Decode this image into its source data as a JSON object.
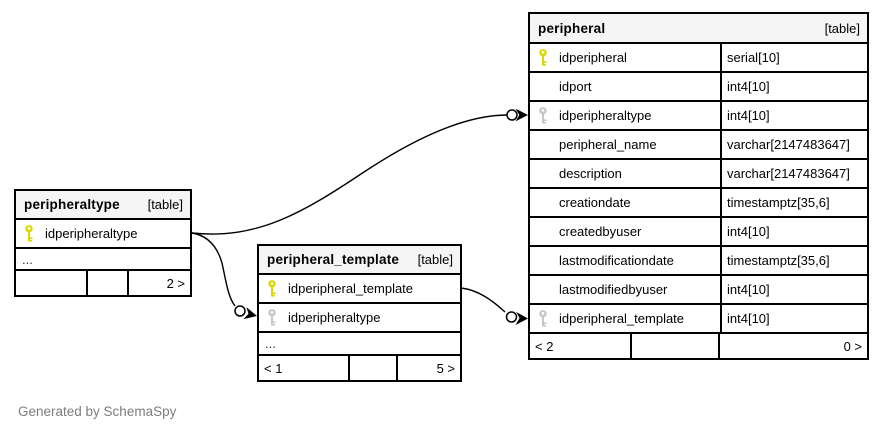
{
  "note": "Generated by SchemaSpy",
  "colors": {
    "background": "#ffffff",
    "table_border": "#000000",
    "header_bg": "#f5f5f5",
    "primary_key": "#d9d900",
    "foreign_key": "#c6c6c6",
    "note_text": "#7d7d7d"
  },
  "tables": [
    {
      "title": "peripheral",
      "tag": "[table]",
      "rows": [
        {
          "key": "primary",
          "name": "idperipheral",
          "type": "serial[10]"
        },
        {
          "key": "",
          "name": "idport",
          "type": "int4[10]"
        },
        {
          "key": "foreign",
          "name": "idperipheraltype",
          "type": "int4[10]"
        },
        {
          "key": "",
          "name": "peripheral_name",
          "type": "varchar[2147483647]"
        },
        {
          "key": "",
          "name": "description",
          "type": "varchar[2147483647]"
        },
        {
          "key": "",
          "name": "creationdate",
          "type": "timestamptz[35,6]"
        },
        {
          "key": "",
          "name": "createdbyuser",
          "type": "int4[10]"
        },
        {
          "key": "",
          "name": "lastmodificationdate",
          "type": "timestamptz[35,6]"
        },
        {
          "key": "",
          "name": "lastmodifiedbyuser",
          "type": "int4[10]"
        },
        {
          "key": "foreign",
          "name": "idperipheral_template",
          "type": "int4[10]"
        }
      ],
      "footer": {
        "left": "< 2",
        "middle": "",
        "right": "0 >"
      }
    },
    {
      "title": "peripheraltype",
      "tag": "[table]",
      "rows": [
        {
          "key": "primary",
          "name": "idperipheraltype"
        }
      ],
      "ellipsis": "...",
      "footer": {
        "left": "",
        "middle": "",
        "right": "2 >"
      }
    },
    {
      "title": "peripheral_template",
      "tag": "[table]",
      "rows": [
        {
          "key": "primary",
          "name": "idperipheral_template"
        },
        {
          "key": "foreign",
          "name": "idperipheraltype"
        }
      ],
      "ellipsis": "...",
      "footer": {
        "left": "< 1",
        "middle": "",
        "right": "5 >"
      }
    }
  ]
}
